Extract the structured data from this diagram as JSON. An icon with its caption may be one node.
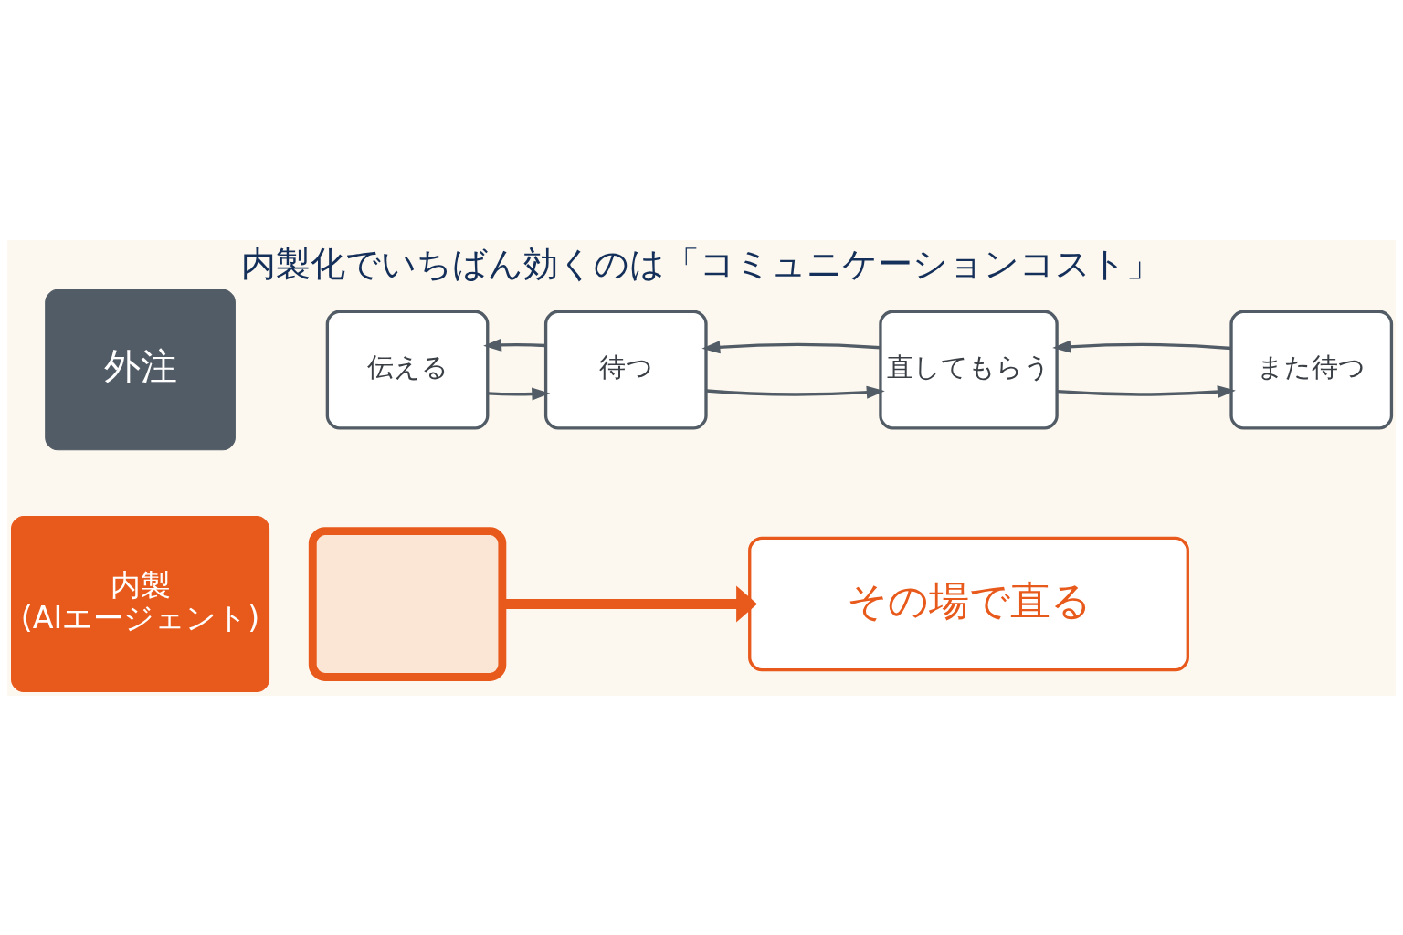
{
  "diagram": {
    "title": "内製化でいちばん効くのは「コミュニケーションコスト」",
    "nodes": [
      {
        "text": [
          "外注"
        ]
      },
      {
        "text": [
          "伝える"
        ]
      },
      {
        "text": [
          "待つ"
        ]
      },
      {
        "text": [
          "直してもらう"
        ]
      },
      {
        "text": [
          "また待つ"
        ]
      },
      {
        "text": [
          "内製",
          "(AIエージェント)"
        ]
      },
      {
        "text": [],
        "shape": "box"
      },
      {
        "text": [
          "その場で直る"
        ]
      }
    ],
    "edges": [
      {
        "from": 1,
        "to": 2,
        "arrow": "to"
      },
      {
        "from": 2,
        "to": 1,
        "arrow": "to"
      },
      {
        "from": 2,
        "to": 3,
        "arrow": "to"
      },
      {
        "from": 3,
        "to": 2,
        "arrow": "to"
      },
      {
        "from": 3,
        "to": 4,
        "arrow": "to"
      },
      {
        "from": 4,
        "to": 3,
        "arrow": "to"
      },
      {
        "from": 6,
        "to": 7,
        "arrow": "to",
        "style": "thick",
        "color": "#e8591c"
      }
    ]
  }
}
